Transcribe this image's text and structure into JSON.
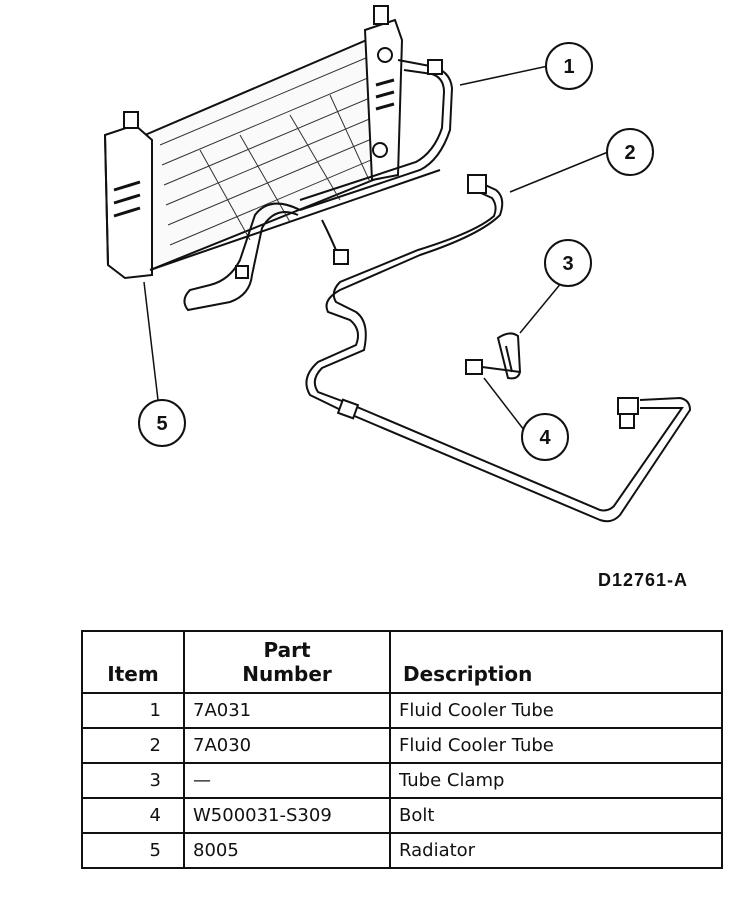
{
  "diagram": {
    "callouts": [
      "1",
      "2",
      "3",
      "4",
      "5"
    ],
    "figure_code": "D12761-A"
  },
  "table": {
    "headers": {
      "item": "Item",
      "part_number": "Part\nNumber",
      "description": "Description"
    },
    "rows": [
      {
        "item": "1",
        "part_number": "7A031",
        "description": "Fluid Cooler Tube"
      },
      {
        "item": "2",
        "part_number": "7A030",
        "description": "Fluid Cooler Tube"
      },
      {
        "item": "3",
        "part_number": "—",
        "description": "Tube Clamp"
      },
      {
        "item": "4",
        "part_number": "W500031-S309",
        "description": "Bolt"
      },
      {
        "item": "5",
        "part_number": "8005",
        "description": "Radiator"
      }
    ]
  }
}
